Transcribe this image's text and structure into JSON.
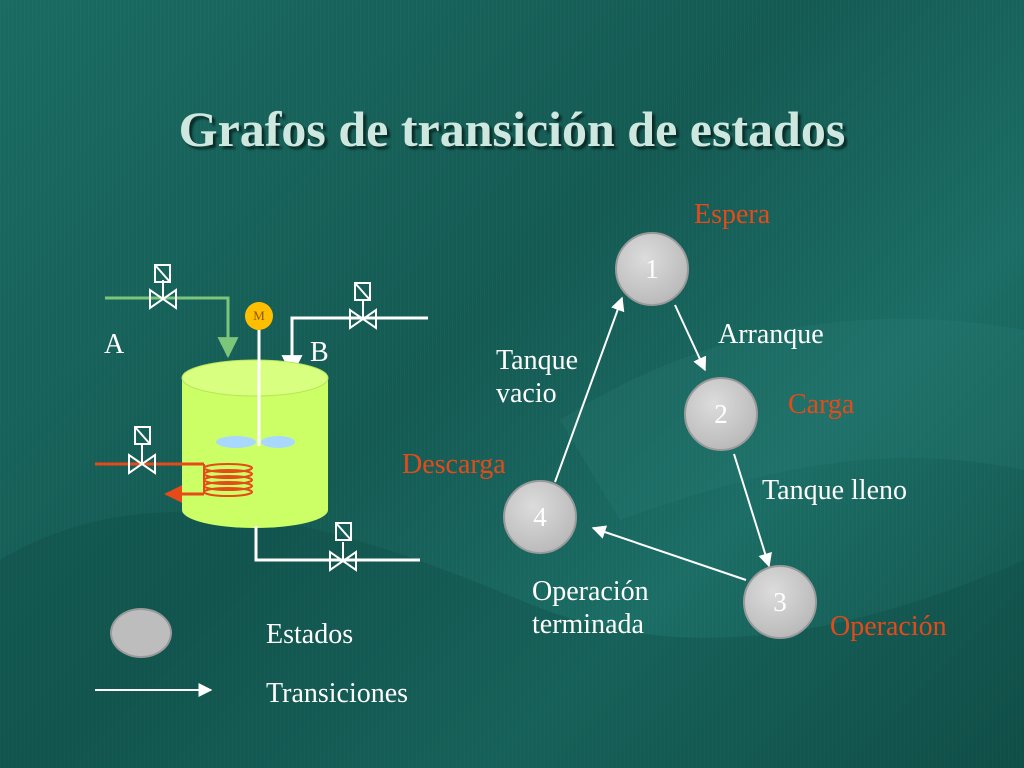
{
  "title": "Grafos de transición de estados",
  "tank": {
    "label_a": "A",
    "label_b": "B",
    "motor_label": "M"
  },
  "states": [
    {
      "number": "1",
      "name": "Espera"
    },
    {
      "number": "2",
      "name": "Carga"
    },
    {
      "number": "3",
      "name": "Operación"
    },
    {
      "number": "4",
      "name": "Descarga"
    }
  ],
  "transitions": [
    {
      "from": "1",
      "to": "2",
      "label": "Arranque"
    },
    {
      "from": "2",
      "to": "3",
      "label": "Tanque lleno"
    },
    {
      "from": "3",
      "to": "4",
      "label_line1": "Operación",
      "label_line2": "terminada"
    },
    {
      "from": "4",
      "to": "1",
      "label_line1": "Tanque",
      "label_line2": "vacio"
    }
  ],
  "legend": {
    "states_label": "Estados",
    "transitions_label": "Transiciones"
  },
  "colors": {
    "title": "#cfe8df",
    "state_name": "#e64a19",
    "tank_body": "#ccff66",
    "pipe_inlet": "#7bc67b",
    "heating_coil": "#e64a19",
    "motor": "#ffbf00"
  }
}
